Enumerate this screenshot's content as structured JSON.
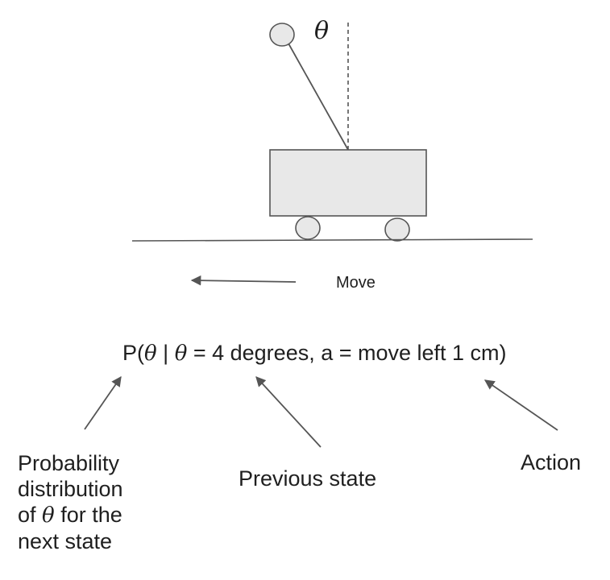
{
  "diagram": {
    "angle_symbol": "θ",
    "move_label": "Move",
    "formula": {
      "prefix": "P(",
      "theta_1": "θ",
      "mid": " | ",
      "theta_2": "θ",
      "rest": " = 4 degrees, a = move left 1 cm)"
    },
    "annotations": {
      "probability": {
        "line1": "Probability",
        "line2": "distribution",
        "line3_pre": "of ",
        "line3_theta": "θ",
        "line3_post": " for the",
        "line4": "next state"
      },
      "previous_state": "Previous state",
      "action": "Action"
    }
  },
  "colors": {
    "shape_fill": "#e8e8e8",
    "stroke": "#555555",
    "text": "#1f1f1f"
  }
}
